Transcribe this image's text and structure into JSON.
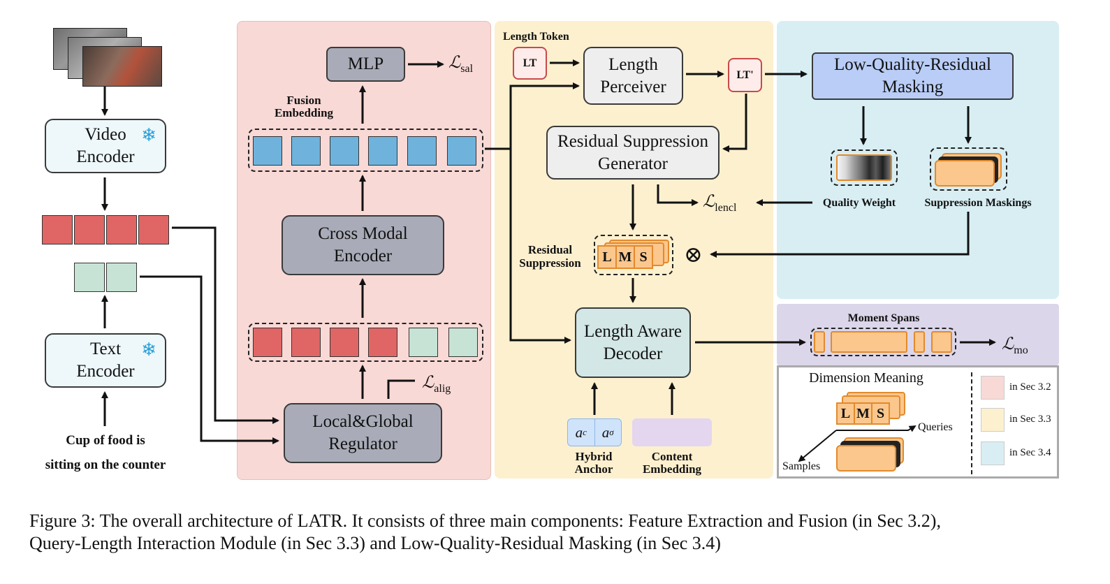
{
  "left": {
    "video_encoder": "Video Encoder",
    "text_encoder": "Text Encoder",
    "query": [
      "Cup of food is",
      "sitting on the counter"
    ],
    "snowflake_icon": "snowflake-icon"
  },
  "fusion": {
    "mlp": "MLP",
    "loss_sal_symbol": "ℒ",
    "loss_sal_sub": "sal",
    "fusion_embedding": [
      "Fusion",
      "Embedding"
    ],
    "cross_modal": [
      "Cross Modal",
      "Encoder"
    ],
    "regulator": [
      "Local&Global",
      "Regulator"
    ],
    "loss_alig_symbol": "ℒ",
    "loss_alig_sub": "alig"
  },
  "query_length": {
    "length_token": "Length Token",
    "lt": "LT",
    "lt_prime": "LT'",
    "length_perceiver": [
      "Length",
      "Perceiver"
    ],
    "residual_generator": [
      "Residual Suppression",
      "Generator"
    ],
    "loss_lencl_symbol": "ℒ",
    "loss_lencl_sub": "lencl",
    "residual_suppression": [
      "Residual",
      "Suppression"
    ],
    "lms": [
      "L",
      "M",
      "S"
    ],
    "otimes": "⊗",
    "decoder": [
      "Length Aware",
      "Decoder"
    ],
    "anchor_c": "a",
    "anchor_c_sub": "c",
    "anchor_s": "a",
    "anchor_s_sub": "σ",
    "hybrid_anchor": [
      "Hybrid",
      "Anchor"
    ],
    "content_embedding": [
      "Content",
      "Embedding"
    ]
  },
  "masking": {
    "title": [
      "Low-Quality-Residual",
      "Masking"
    ],
    "quality_weight": "Quality Weight",
    "suppression_maskings": "Suppression Maskings",
    "moment_spans": "Moment Spans",
    "loss_mo_symbol": "ℒ",
    "loss_mo_sub": "mo"
  },
  "legend": {
    "title": "Dimension Meaning",
    "lms": [
      "L",
      "M",
      "S"
    ],
    "queries": "Queries",
    "samples": "Samples",
    "items": [
      "in Sec 3.2",
      "in Sec 3.3",
      "in Sec 3.4"
    ]
  },
  "caption": [
    "Figure 3: The overall architecture of LATR. It consists of three main components: Feature Extraction and Fusion (in Sec 3.2),",
    "Query-Length Interaction Module (in Sec 3.3) and Low-Quality-Residual Masking (in Sec 3.4)"
  ],
  "colors": {
    "sec_3_2": "#f8d9d6",
    "sec_3_3": "#fdf0cf",
    "sec_3_4": "#d8eef3",
    "moment_panel": "#dcd6ea",
    "video_token": "#e06666",
    "text_token": "#c7e3d6",
    "fusion_token": "#6fb3dd",
    "orange": "#fbc78d"
  }
}
